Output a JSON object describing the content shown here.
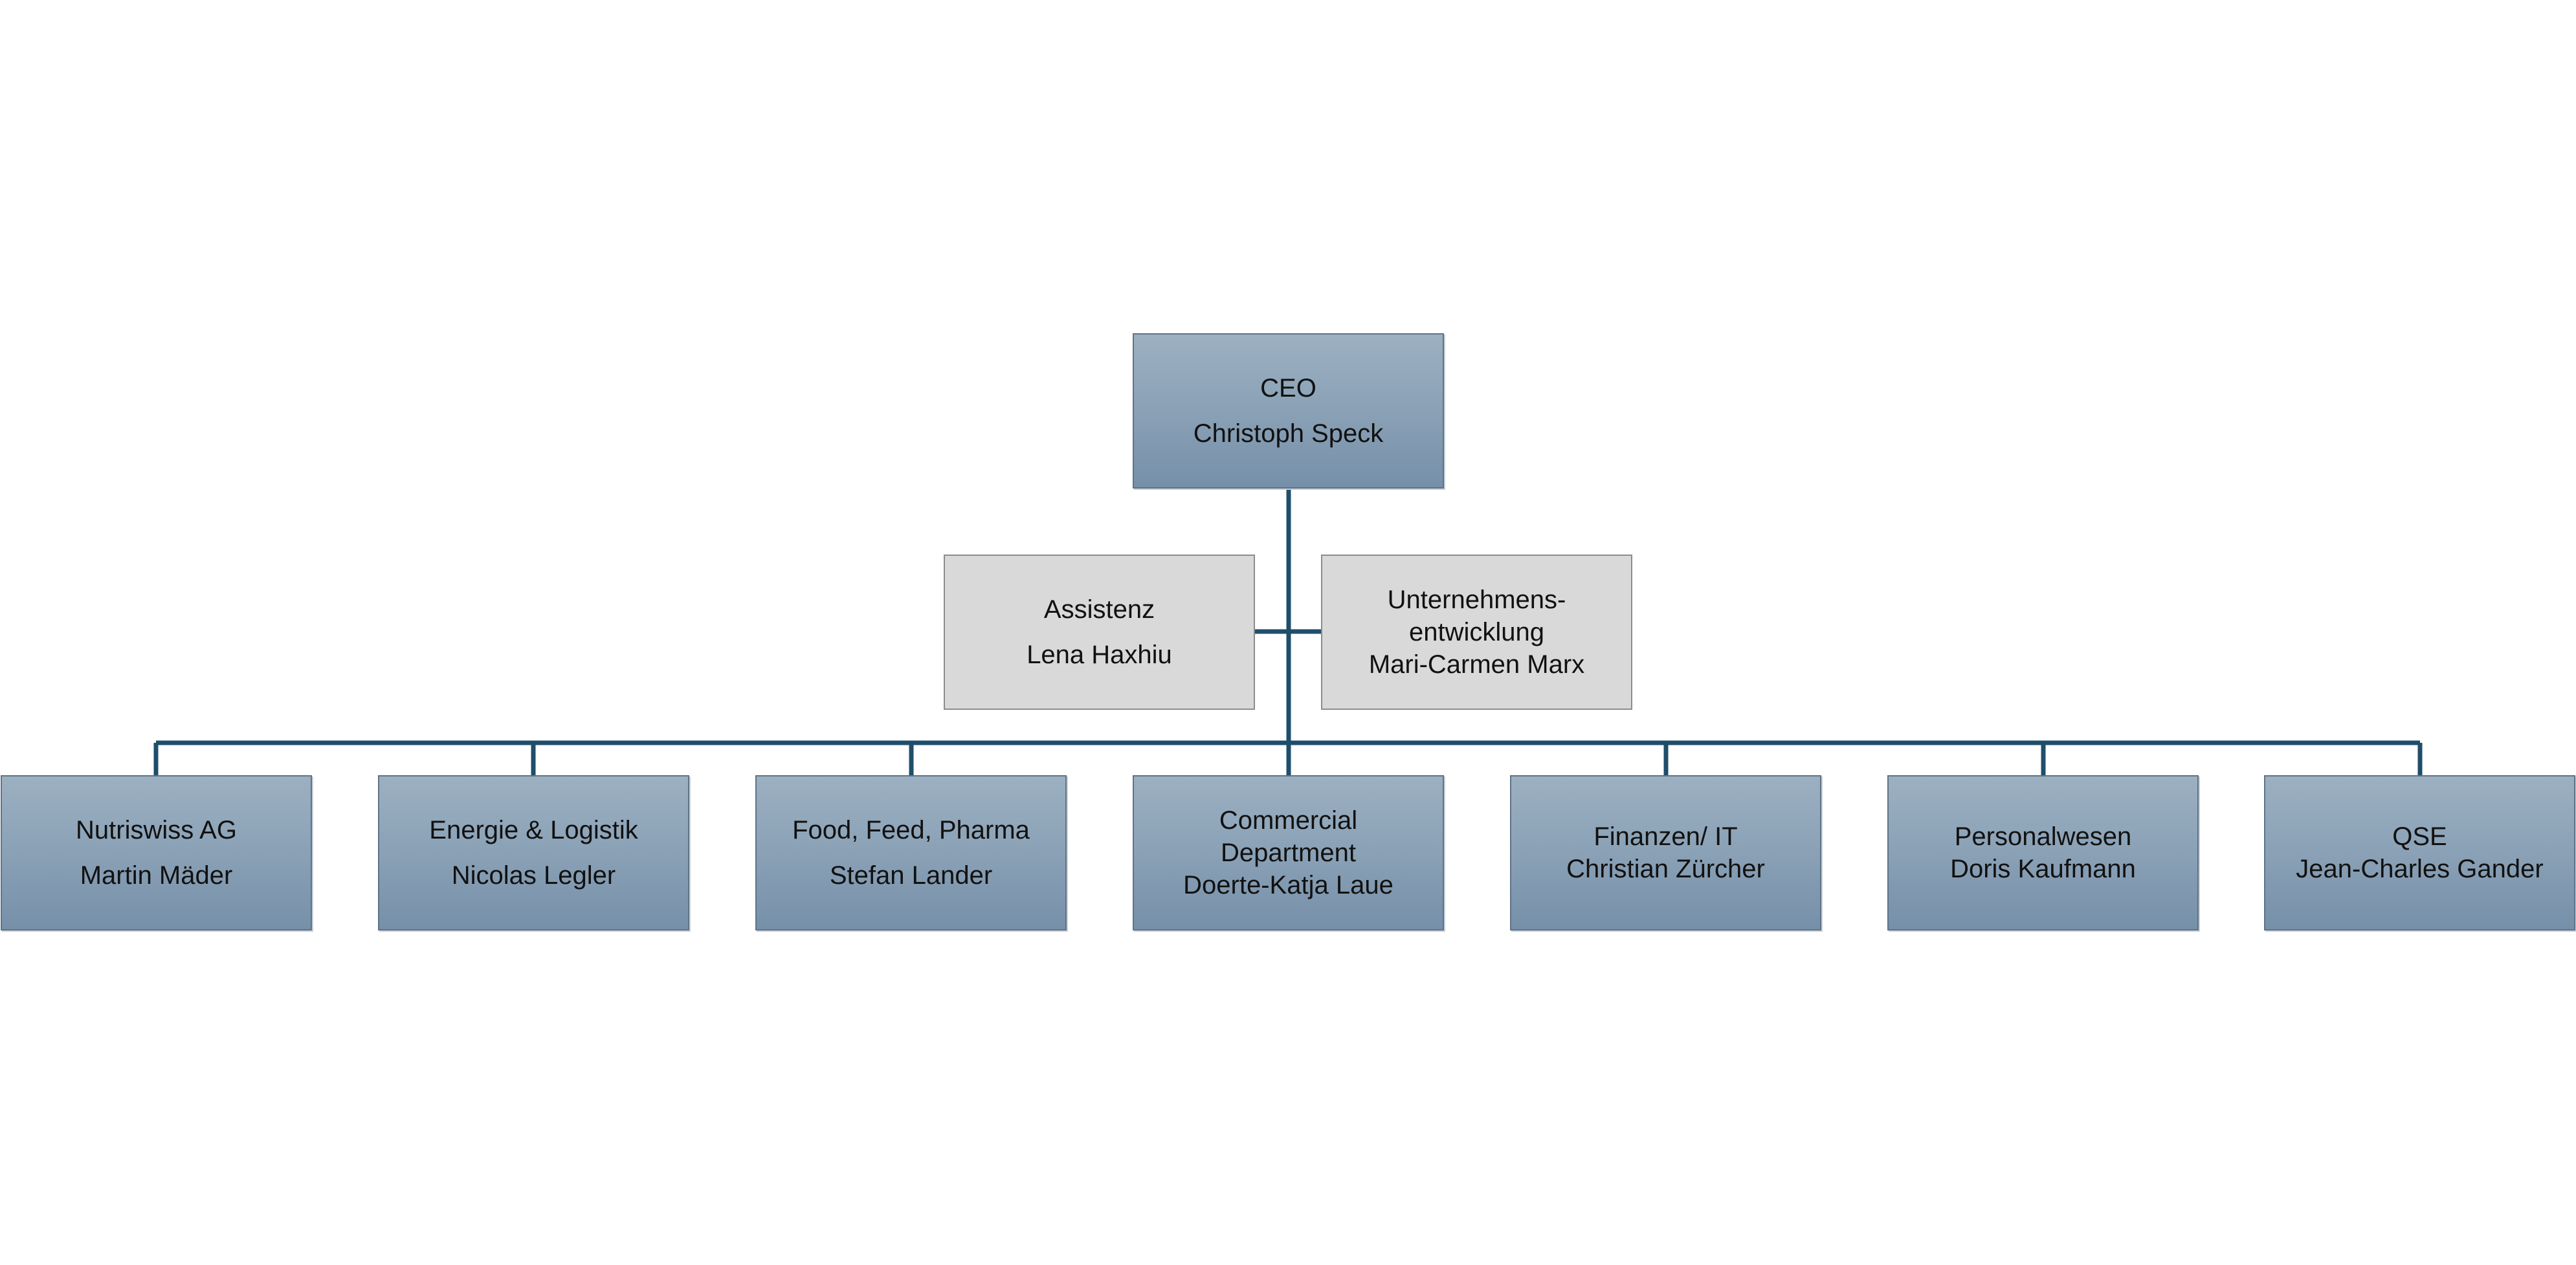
{
  "ceo": {
    "title": "CEO",
    "name": "Christoph Speck"
  },
  "staff": [
    {
      "lines": [
        "Assistenz",
        "Lena Haxhiu"
      ]
    },
    {
      "lines": [
        "Unternehmens-",
        "entwicklung",
        "Mari-Carmen Marx"
      ]
    }
  ],
  "departments": [
    {
      "lines": [
        "Nutriswiss AG",
        "Martin Mäder"
      ]
    },
    {
      "lines": [
        "Energie & Logistik",
        "Nicolas Legler"
      ]
    },
    {
      "lines": [
        "Food, Feed, Pharma",
        "Stefan Lander"
      ]
    },
    {
      "lines": [
        "Commercial",
        "Department",
        "Doerte-Katja Laue"
      ]
    },
    {
      "lines": [
        "Finanzen/ IT",
        "Christian Zürcher"
      ]
    },
    {
      "lines": [
        "Personalwesen",
        "Doris Kaufmann"
      ]
    },
    {
      "lines": [
        "QSE",
        "Jean-Charles Gander"
      ]
    }
  ],
  "colors": {
    "connector": "#1f4e6b",
    "box_blue_top": "#9cb0c1",
    "box_blue_bottom": "#7690a9",
    "box_grey": "#d9d9d9"
  }
}
